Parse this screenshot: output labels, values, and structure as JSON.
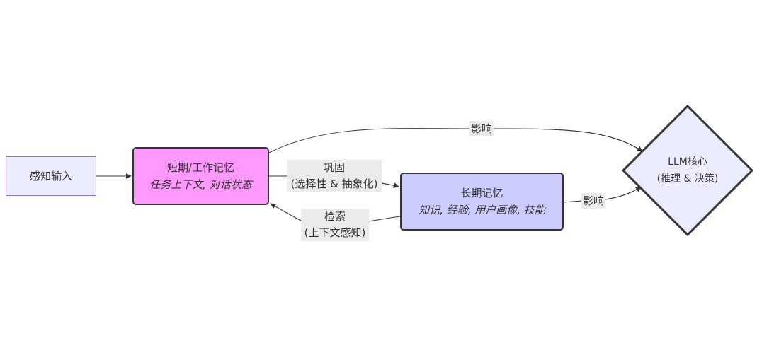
{
  "nodes": {
    "perception": {
      "label": "感知输入"
    },
    "short_term": {
      "title": "短期/工作记忆",
      "detail": "任务上下文, 对话状态"
    },
    "long_term": {
      "title": "长期记忆",
      "detail": "知识, 经验, 用户画像, 技能"
    },
    "llm": {
      "title": "LLM核心",
      "detail": "(推理 & 决策)"
    }
  },
  "edges": {
    "consolidate": {
      "line1": "巩固",
      "line2": "(选择性 & 抽象化)"
    },
    "retrieve": {
      "line1": "检索",
      "line2": "(上下文感知)"
    },
    "influence_short": {
      "label": "影响"
    },
    "influence_long": {
      "label": "影响"
    }
  },
  "colors": {
    "input_fill": "#ECECFF",
    "input_stroke": "#9370DB",
    "short_term_fill": "#FF99FF",
    "long_term_fill": "#CCCCFF",
    "llm_fill": "#ECECFF",
    "stroke": "#333333",
    "edge_label_bg": "#E8E8E8"
  }
}
